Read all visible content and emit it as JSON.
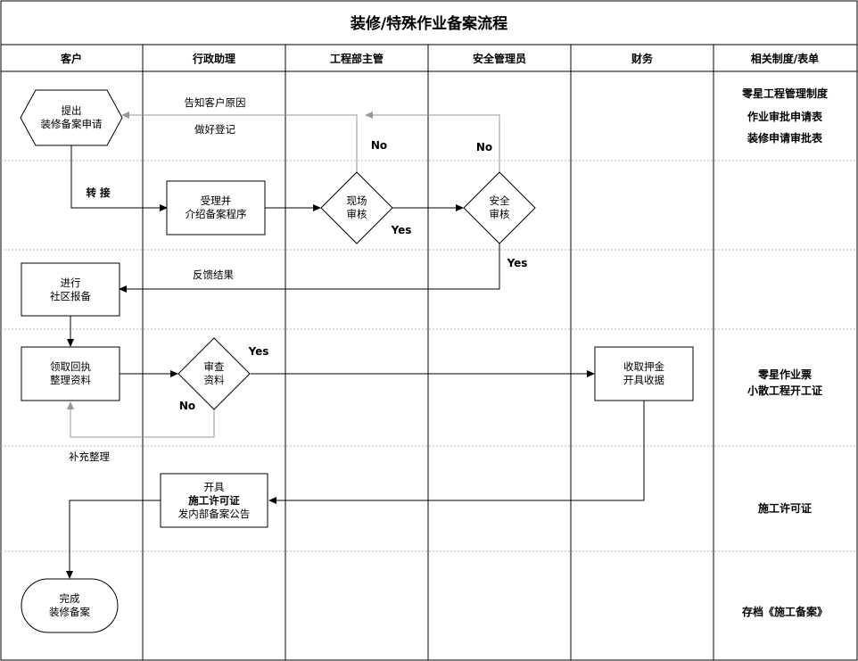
{
  "title": "装修/特殊作业备案流程",
  "lanes": [
    "客户",
    "行政助理",
    "工程部主管",
    "安全管理员",
    "财务",
    "相关制度/表单"
  ],
  "nodes": {
    "submit": [
      "提出",
      "装修备案申请"
    ],
    "accept": [
      "受理并",
      "介绍备案程序"
    ],
    "site_review": [
      "现场",
      "审核"
    ],
    "safety_review": [
      "安全",
      "审核"
    ],
    "report": [
      "进行",
      "社区报备"
    ],
    "receipt": [
      "领取回执",
      "整理资料"
    ],
    "doc_review": [
      "审查",
      "资料"
    ],
    "deposit": [
      "收取押金",
      "开具收据"
    ],
    "permit": [
      "开具",
      "施工许可证",
      "发内部备案公告"
    ],
    "done": [
      "完成",
      "装修备案"
    ]
  },
  "edge_labels": {
    "transfer": "转  接",
    "notify_reason": "告知客户原因",
    "register": "做好登记",
    "feedback": "反馈结果",
    "supplement": "补充整理",
    "no": "No",
    "yes": "Yes"
  },
  "side_docs": {
    "row1": [
      "零星工程管理制度",
      "作业审批申请表",
      "装修申请审批表"
    ],
    "row3": [
      "零星作业票",
      "小散工程开工证"
    ],
    "row4": [
      "施工许可证"
    ],
    "row5": [
      "存档《施工备案》"
    ]
  }
}
